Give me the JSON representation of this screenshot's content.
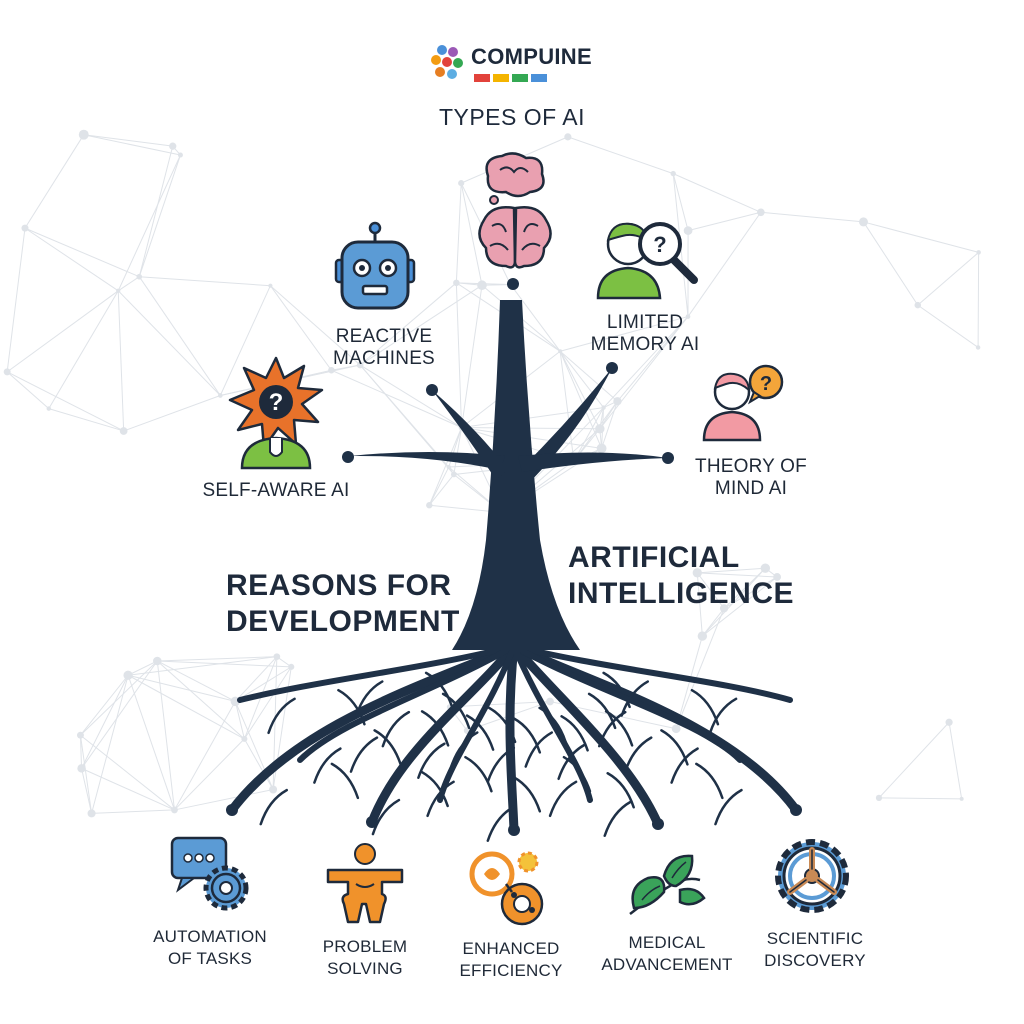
{
  "brand": {
    "name": "COMPUINE",
    "logo_icon": "colored-circles-logo-icon",
    "bar_colors": [
      "#e2423b",
      "#f4b400",
      "#34a853",
      "#4a90d9"
    ]
  },
  "title": "TYPES OF AI",
  "center_label": "ARTIFICIAL\nINTELLIGENCE",
  "roots_label": "REASONS FOR\nDEVELOPMENT",
  "types": [
    {
      "label": "SELF-AWARE AI",
      "icon": "starburst-question-head-icon"
    },
    {
      "label": "REACTIVE\nMACHINES",
      "icon": "robot-head-icon"
    },
    {
      "label": "",
      "icon": "brain-thought-icon"
    },
    {
      "label": "LIMITED\nMEMORY AI",
      "icon": "person-magnifier-icon"
    },
    {
      "label": "THEORY OF\nMIND AI",
      "icon": "person-question-bubble-icon"
    }
  ],
  "reasons": [
    {
      "label": "AUTOMATION\nOF TASKS",
      "icon": "chat-gear-icon"
    },
    {
      "label": "PROBLEM\nSOLVING",
      "icon": "puzzle-person-icon"
    },
    {
      "label": "ENHANCED\nEFFICIENCY",
      "icon": "efficiency-gears-icon"
    },
    {
      "label": "MEDICAL\nADVANCEMENT",
      "icon": "leaves-icon"
    },
    {
      "label": "SCIENTIFIC\nDISCOVERY",
      "icon": "steering-gear-icon"
    }
  ],
  "colors": {
    "tree": "#1f3147",
    "text": "#1e2a3b",
    "network": "#dfe3e8"
  }
}
